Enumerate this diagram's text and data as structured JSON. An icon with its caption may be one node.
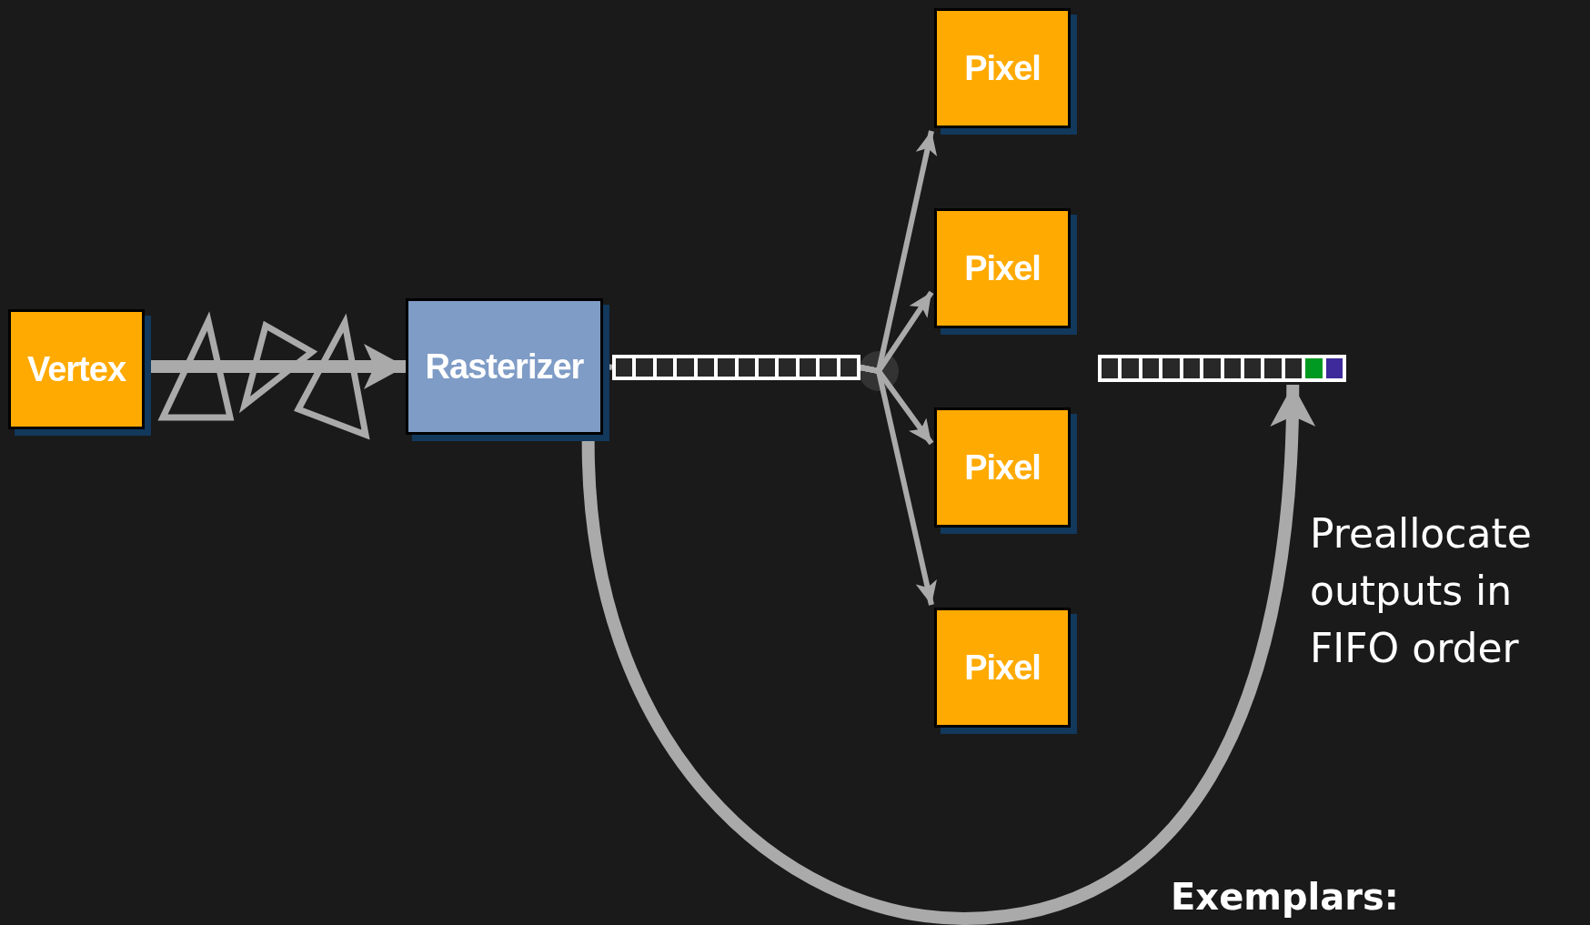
{
  "diagram": {
    "nodes": [
      {
        "text": [
          "Vertex"
        ]
      },
      {
        "text": [
          "Rasterizer"
        ]
      },
      {
        "text": [],
        "shape": "bar"
      },
      {
        "text": [
          "Pixel"
        ]
      },
      {
        "text": [
          "Pixel"
        ]
      },
      {
        "text": [
          "Pixel"
        ]
      },
      {
        "text": [
          "Pixel"
        ]
      },
      {
        "text": [],
        "shape": "bar"
      }
    ],
    "edges": [
      {
        "from": 0,
        "to": 1,
        "arrow": "to",
        "style": "thick"
      },
      {
        "from": 1,
        "to": 2,
        "arrow": "none"
      },
      {
        "from": 2,
        "to": 3,
        "arrow": "to"
      },
      {
        "from": 2,
        "to": 4,
        "arrow": "to"
      },
      {
        "from": 2,
        "to": 5,
        "arrow": "to"
      },
      {
        "from": 2,
        "to": 6,
        "arrow": "to"
      },
      {
        "from": 1,
        "to": 7,
        "arrow": "to",
        "style": "thick"
      }
    ],
    "labels": [
      "Preallocate outputs in FIFO order",
      "Exemplars:"
    ]
  }
}
